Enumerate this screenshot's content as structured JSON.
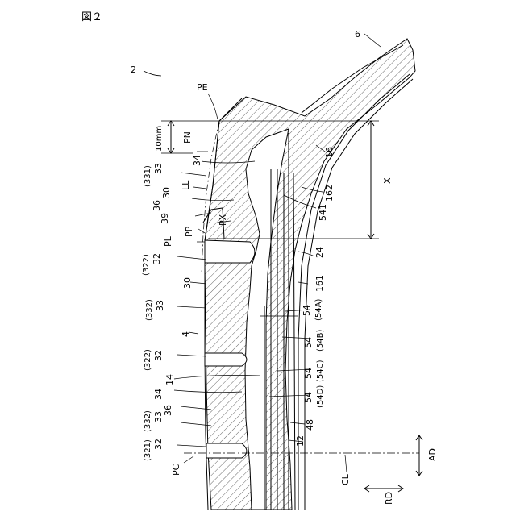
{
  "figure": {
    "title": "図２",
    "labels": {
      "tire": "2",
      "n6": "6",
      "PE": "PE",
      "PN": "PN",
      "mm10": "10mm",
      "n34a": "34",
      "n16": "16",
      "X": "X",
      "n331": "(331)",
      "n33a": "33",
      "LL": "LL",
      "n30a": "30",
      "n36a": "36",
      "n162": "162",
      "n541": "541",
      "n39": "39",
      "PX": "PX",
      "PP": "PP",
      "PL": "PL",
      "n322a": "(322)",
      "n32a": "32",
      "n24": "24",
      "n30b": "30",
      "n161": "161",
      "n332a": "(332)",
      "n33b": "33",
      "n54a": "54",
      "n54A": "(54A)",
      "n4": "4",
      "n54b": "54",
      "n54B": "(54B)",
      "n322b": "(322)",
      "n32b": "32",
      "n14": "14",
      "n54c": "54",
      "n54C": "(54C)",
      "n34b": "34",
      "n54d": "54",
      "n54D": "(54D)",
      "n36b": "36",
      "n332b": "(332)",
      "n33c": "33",
      "n48": "48",
      "n321": "(321)",
      "n32c": "32",
      "n12": "12",
      "AD": "AD",
      "PC": "PC",
      "CL": "CL",
      "RD": "RD"
    }
  }
}
